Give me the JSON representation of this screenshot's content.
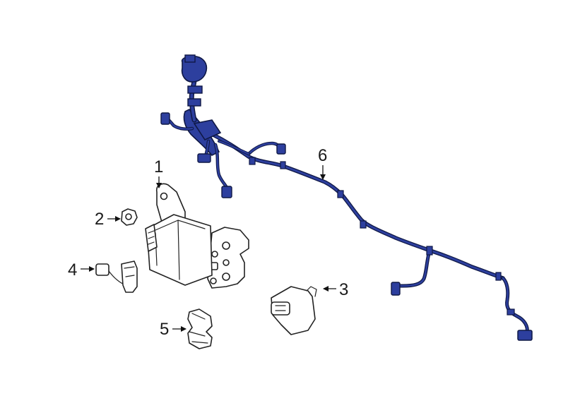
{
  "diagram": {
    "highlight_color": "#2d3f9e",
    "highlight_stroke": "#0f1845",
    "line_color": "#222222",
    "background": "#ffffff"
  },
  "callouts": [
    {
      "id": "1",
      "label": "1",
      "part": "control-module"
    },
    {
      "id": "2",
      "label": "2",
      "part": "nut"
    },
    {
      "id": "3",
      "label": "3",
      "part": "connector"
    },
    {
      "id": "4",
      "label": "4",
      "part": "pigtail-sensor"
    },
    {
      "id": "5",
      "label": "5",
      "part": "bracket-clip"
    },
    {
      "id": "6",
      "label": "6",
      "part": "wiring-harness"
    }
  ]
}
